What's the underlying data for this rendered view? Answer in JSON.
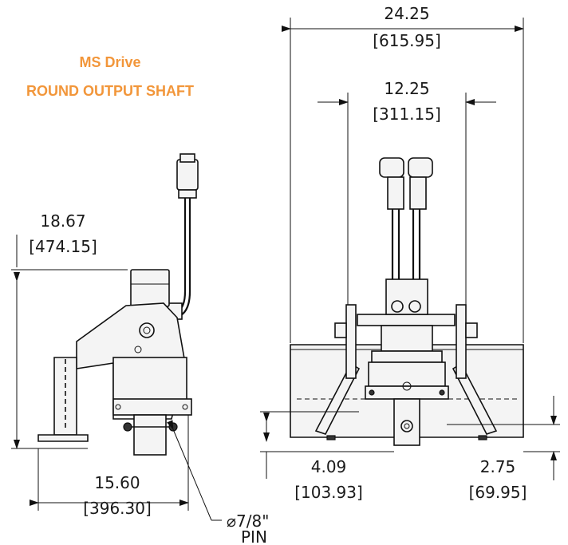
{
  "title": {
    "line1": "MS Drive",
    "line2": "ROUND OUTPUT SHAFT",
    "color": "#f2963a"
  },
  "dimensions": {
    "overall_width": {
      "in": "24.25",
      "mm": "[615.95]"
    },
    "mount_width": {
      "in": "12.25",
      "mm": "[311.15]"
    },
    "height": {
      "in": "18.67",
      "mm": "[474.15]"
    },
    "depth": {
      "in": "15.60",
      "mm": "[396.30]"
    },
    "offset_below": {
      "in": "4.09",
      "mm": "[103.93]"
    },
    "offset_right": {
      "in": "2.75",
      "mm": "[69.95]"
    }
  },
  "pin_label": {
    "size": "⌀7/8\"",
    "text": "PIN"
  }
}
